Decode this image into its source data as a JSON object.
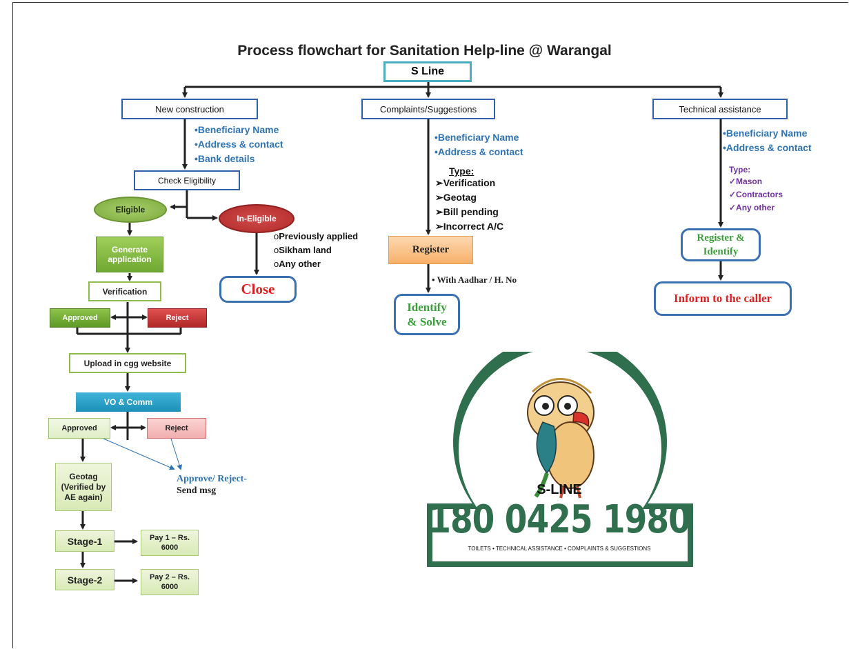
{
  "title": "Process flowchart for Sanitation Help-line @ Warangal",
  "root": "S Line",
  "branches": {
    "new_construction": "New construction",
    "complaints": "Complaints/Suggestions",
    "technical": "Technical assistance"
  },
  "nc_details": [
    "•Beneficiary Name",
    "•Address & contact",
    "•Bank details"
  ],
  "check_eligibility": "Check Eligibility",
  "eligible": "Eligible",
  "in_eligible": "In-Eligible",
  "ineligible_reasons": [
    "Previously applied",
    "Sikham land",
    "Any other"
  ],
  "ineligible_bullet": "o",
  "close": "Close",
  "generate_application": "Generate application",
  "verification": "Verification",
  "approved1": "Approved",
  "reject1": "Reject",
  "upload": "Upload in cgg website",
  "vo_comm": "VO & Comm",
  "approved2": "Approved",
  "reject2": "Reject",
  "approve_reject": "Approve/ Reject-",
  "send_msg": " Send msg",
  "geotag": "Geotag (Verified by AE again)",
  "stage1": "Stage-1",
  "pay1": "Pay 1 – Rs. 6000",
  "stage2": "Stage-2",
  "pay2": "Pay 2 – Rs. 6000",
  "cs_details": [
    "•Beneficiary Name",
    "•Address & contact"
  ],
  "cs_type_label": "Type:",
  "cs_types": [
    "➢Verification",
    "➢Geotag",
    "➢Bill pending",
    "➢Incorrect A/C"
  ],
  "register": "Register",
  "register_note": "• With Aadhar / H. No",
  "identify_solve": "Identify & Solve",
  "ta_details": [
    "•Beneficiary Name",
    "•Address & contact"
  ],
  "ta_type_label": "Type:",
  "ta_types": [
    "✓Mason",
    "✓Contractors",
    "✓Any other"
  ],
  "register_identify": "Register & Identify",
  "inform_caller": "Inform to the caller",
  "logo": {
    "brand": "S-LINE",
    "number": "180 0425 1980",
    "tagline": "TOILETS • TECHNICAL ASSISTANCE • COMPLAINTS & SUGGESTIONS"
  },
  "colors": {
    "blue_text": "#2e74b5",
    "green_text": "#3a9f3a",
    "red_text": "#e02020",
    "purple_text": "#7030a0",
    "logo_green": "#2f6f4e"
  }
}
